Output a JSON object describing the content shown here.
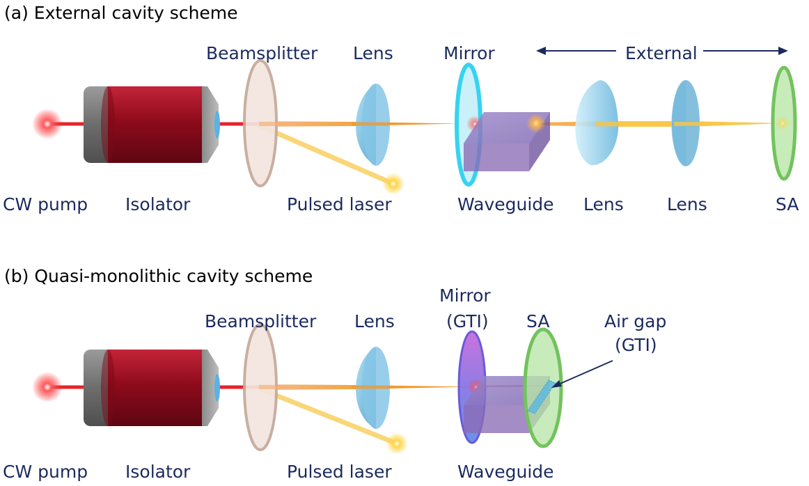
{
  "panel_a": {
    "title": "(a) External cavity scheme",
    "labels": {
      "beamsplitter": "Beamsplitter",
      "lens": "Lens",
      "mirror": "Mirror",
      "external": "External",
      "cw_pump": "CW pump",
      "isolator": "Isolator",
      "pulsed_laser": "Pulsed laser",
      "waveguide": "Waveguide",
      "lens2": "Lens",
      "lens3": "Lens",
      "sa": "SA"
    }
  },
  "panel_b": {
    "title": "(b) Quasi-monolithic cavity scheme",
    "labels": {
      "beamsplitter": "Beamsplitter",
      "lens": "Lens",
      "mirror_line1": "Mirror",
      "mirror_line2": "(GTI)",
      "sa": "SA",
      "air_gap_line1": "Air gap",
      "air_gap_line2": "(GTI)",
      "cw_pump": "CW pump",
      "isolator": "Isolator",
      "pulsed_laser": "Pulsed laser",
      "waveguide": "Waveguide"
    }
  },
  "colors": {
    "label_text": "#1b2a5e",
    "pump_red": "#e5232b",
    "isolator_body": "#9c0f1e",
    "lens_blue": "#7fc3e4",
    "mirror_cyan": "#36d3f0",
    "waveguide_purple": "#8a6bb5",
    "sa_green": "#8fd07e",
    "beam_orange": "#f3a03a",
    "beam_yellow": "#f8c94a"
  }
}
